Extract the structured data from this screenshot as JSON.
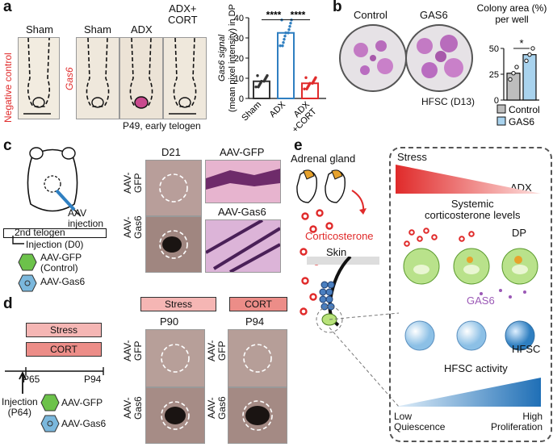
{
  "colors": {
    "pink_bar": "#f5b6b4",
    "red_bar": "#ec8d88",
    "blue": "#2f7fc1",
    "red": "#e02a2a",
    "sham_bar": "#333333",
    "gfp_green": "#6cc24a",
    "gas6_blue": "#7bb8dd",
    "purple": "#9b59b6"
  },
  "panel_a": {
    "letter": "a",
    "neg_control": "Negative control",
    "gas6_label": "Gas6",
    "sham_left": "Sham",
    "sham": "Sham",
    "adx": "ADX",
    "adx_cort": "ADX+\nCORT",
    "caption": "P49, early telogen"
  },
  "chart_a": {
    "type": "bar",
    "ylabel": "Gas6 signal\n(mean pixel intensity) in DP",
    "categories": [
      "Sham",
      "ADX",
      "ADX\n+CORT"
    ],
    "values": [
      8.5,
      32.5,
      7.5
    ],
    "ylim": [
      0,
      40
    ],
    "yticks": [
      "0",
      "10",
      "20",
      "30",
      "40"
    ],
    "significance": [
      "****",
      "****"
    ]
  },
  "panel_b": {
    "letter": "b",
    "control": "Control",
    "gas6": "GAS6",
    "caption": "HFSC (D13)"
  },
  "chart_b": {
    "type": "bar",
    "title": "Colony area (%)\nper well",
    "categories": [
      "Control",
      "GAS6"
    ],
    "values": [
      26,
      44
    ],
    "ylim": [
      0,
      50
    ],
    "yticks": [
      "0",
      "25",
      "50"
    ],
    "significance": "*",
    "legend": [
      "Control",
      "GAS6"
    ]
  },
  "panel_c": {
    "letter": "c",
    "aav_injection": "AAV\ninjection",
    "telogen": "2nd telogen",
    "injection_d0": "Injection (D0)",
    "gfp_legend": "AAV-GFP\n(Control)",
    "gas6_legend": "AAV-Gas6",
    "d21": "D21",
    "row_gfp": "AAV-\nGFP",
    "row_gas6": "AAV-\nGas6",
    "histo_gfp": "AAV-GFP",
    "histo_gas6": "AAV-Gas6"
  },
  "panel_d": {
    "letter": "d",
    "stress": "Stress",
    "cort": "CORT",
    "p65": "P65",
    "p94": "P94",
    "injection": "Injection\n(P64)",
    "gfp_legend": "AAV-GFP",
    "gas6_legend": "AAV-Gas6",
    "stress_header": "Stress",
    "cort_header": "CORT",
    "p90": "P90",
    "p94_header": "P94",
    "row_gfp": "AAV-\nGFP",
    "row_gas6": "AAV-\nGas6"
  },
  "panel_e": {
    "letter": "e",
    "adrenal": "Adrenal gland",
    "corticosterone": "Corticosterone",
    "skin": "Skin",
    "stress": "Stress",
    "adx": "ADX",
    "systemic": "Systemic\ncorticosterone levels",
    "dp": "DP",
    "gas6": "GAS6",
    "hfsc": "HFSC",
    "activity": "HFSC activity",
    "low": "Low\nQuiescence",
    "high": "High\nProliferation"
  }
}
